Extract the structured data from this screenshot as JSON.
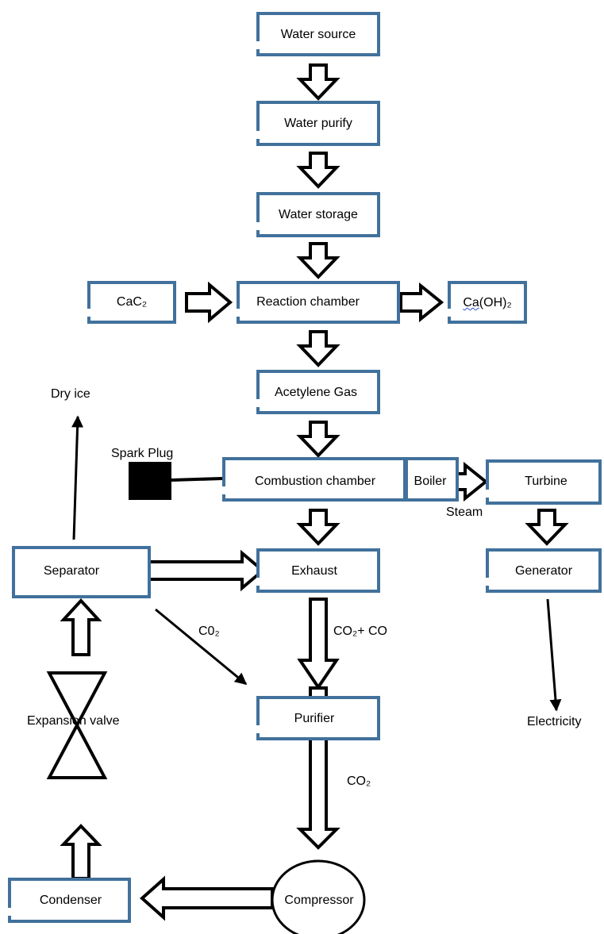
{
  "nodes": {
    "water_source": "Water source",
    "water_purify": "Water purify",
    "water_storage": "Water storage",
    "cac2": "CaC₂",
    "reaction_chamber": "Reaction chamber",
    "caoh2_ca": "Ca",
    "caoh2_rest": "(OH)₂",
    "acetylene_gas": "Acetylene Gas",
    "spark_plug": "Spark Plug",
    "combustion_chamber": "Combustion chamber",
    "boiler": "Boiler",
    "turbine": "Turbine",
    "generator": "Generator",
    "electricity": "Electricity",
    "dry_ice": "Dry ice",
    "separator": "Separator",
    "exhaust": "Exhaust",
    "expansion_valve": "Expansion valve",
    "purifier": "Purifier",
    "condenser": "Condenser",
    "compressor": "Compressor"
  },
  "edge_labels": {
    "steam": "Steam",
    "co2_sep": "C0₂",
    "co2_co": "CO₂+ CO",
    "co2_purifier": "CO₂"
  },
  "colors": {
    "box_border": "#41719c",
    "arrow_stroke": "#000000",
    "spell_underline": "#2f4fd6"
  }
}
